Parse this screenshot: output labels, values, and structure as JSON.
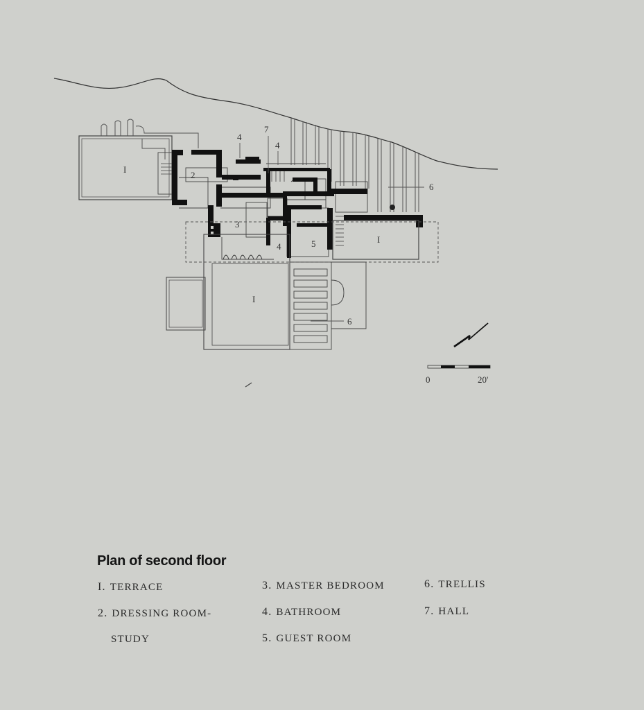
{
  "title": "Plan of second floor",
  "room_labels": {
    "terrace": "I",
    "dressing": "2",
    "master": "3",
    "bath": "4",
    "guest": "5",
    "trellis": "6",
    "hall": "7"
  },
  "legend": [
    {
      "num": "I.",
      "text": "TERRACE"
    },
    {
      "num": "2.",
      "text": "DRESSING ROOM-"
    },
    {
      "num": "",
      "text": "STUDY"
    },
    {
      "num": "3.",
      "text": "MASTER BEDROOM"
    },
    {
      "num": "4.",
      "text": "BATHROOM"
    },
    {
      "num": "5.",
      "text": "GUEST ROOM"
    },
    {
      "num": "6.",
      "text": "TRELLIS"
    },
    {
      "num": "7.",
      "text": "HALL"
    }
  ],
  "scale": {
    "start": "0",
    "end": "20'"
  },
  "colors": {
    "paper": "#cfd0cc",
    "wall": "#111111",
    "line": "#444444"
  }
}
